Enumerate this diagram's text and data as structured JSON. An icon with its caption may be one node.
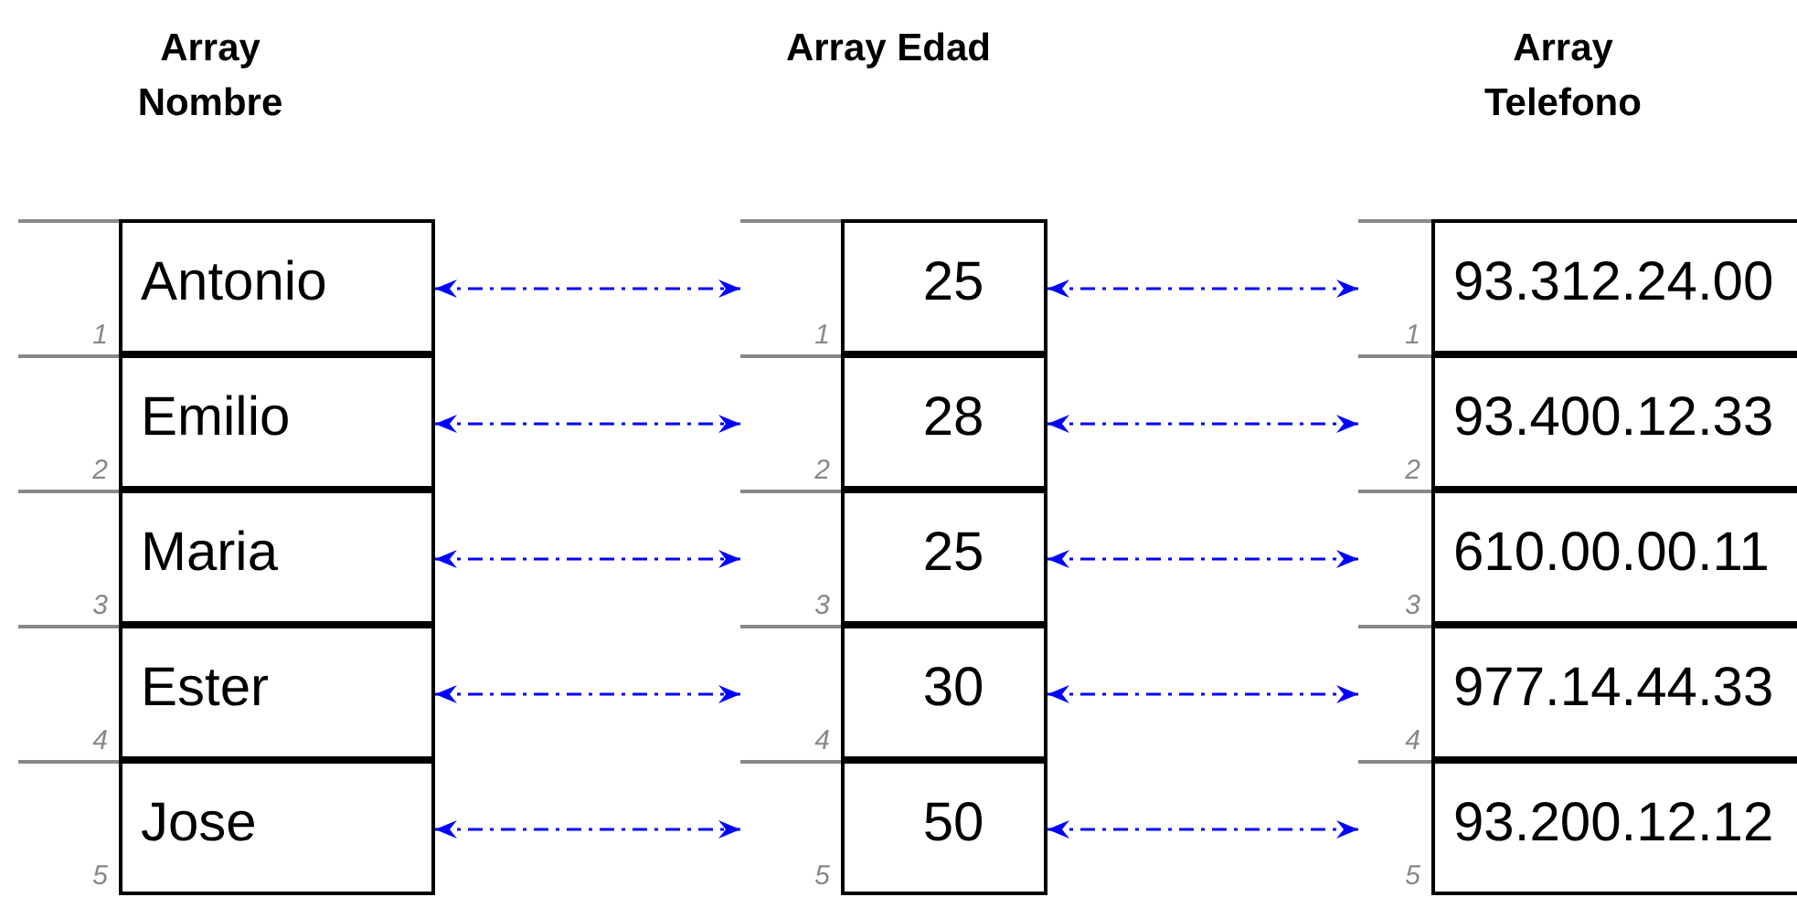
{
  "diagram": {
    "nodes": [
      {
        "text": [
          "Antonio",
          "1"
        ]
      },
      {
        "text": [
          "25",
          "1"
        ]
      },
      {
        "text": [
          "93.312.24.00",
          "1"
        ]
      },
      {
        "text": [
          "Emilio",
          "2"
        ]
      },
      {
        "text": [
          "28",
          "2"
        ]
      },
      {
        "text": [
          "93.400.12.33",
          "2"
        ]
      },
      {
        "text": [
          "Maria",
          "3"
        ]
      },
      {
        "text": [
          "25",
          "3"
        ]
      },
      {
        "text": [
          "610.00.00.11",
          "3"
        ]
      },
      {
        "text": [
          "Ester",
          "4"
        ]
      },
      {
        "text": [
          "30",
          "4"
        ]
      },
      {
        "text": [
          "977.14.44.33",
          "4"
        ]
      },
      {
        "text": [
          "Jose",
          "5"
        ]
      },
      {
        "text": [
          "50",
          "5"
        ]
      },
      {
        "text": [
          "93.200.12.12",
          "5"
        ]
      }
    ],
    "edges": [
      {
        "from": 0,
        "to": 1,
        "arrow": "both",
        "style": "dashed"
      },
      {
        "from": 1,
        "to": 2,
        "arrow": "both",
        "style": "dashed"
      },
      {
        "from": 3,
        "to": 4,
        "arrow": "both",
        "style": "dashed"
      },
      {
        "from": 4,
        "to": 5,
        "arrow": "both",
        "style": "dashed"
      },
      {
        "from": 6,
        "to": 7,
        "arrow": "both",
        "style": "dashed"
      },
      {
        "from": 7,
        "to": 8,
        "arrow": "both",
        "style": "dashed"
      },
      {
        "from": 9,
        "to": 10,
        "arrow": "both",
        "style": "dashed"
      },
      {
        "from": 10,
        "to": 11,
        "arrow": "both",
        "style": "dashed"
      },
      {
        "from": 12,
        "to": 13,
        "arrow": "both",
        "style": "dashed"
      },
      {
        "from": 13,
        "to": 14,
        "arrow": "both",
        "style": "dashed"
      }
    ],
    "labels": [
      "Array Nombre",
      "Array Edad",
      "Array Telefono"
    ]
  }
}
